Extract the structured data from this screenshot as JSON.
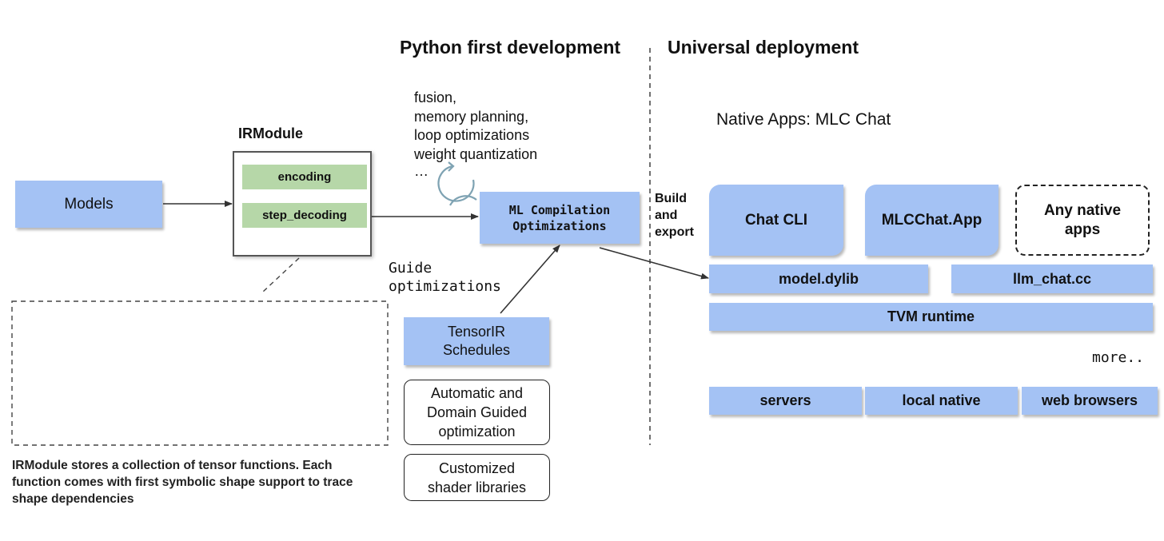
{
  "headings": {
    "python_first": "Python first development",
    "universal": "Universal deployment",
    "irmodule": "IRModule",
    "native_apps": "Native Apps: MLC Chat"
  },
  "models": "Models",
  "irmodule_funcs": [
    "encoding",
    "step_decoding"
  ],
  "optimizations_list": [
    "fusion,",
    "memory planning,",
    "loop optimizations",
    "weight quantization",
    "…"
  ],
  "ml_compilation": [
    "ML Compilation",
    "Optimizations"
  ],
  "guide": [
    "Guide",
    "optimizations"
  ],
  "tensorir": [
    "TensorIR",
    "Schedules"
  ],
  "automatic": [
    "Automatic and",
    "Domain Guided",
    "optimization"
  ],
  "shader": [
    "Customized",
    "shader libraries"
  ],
  "build_export": [
    "Build",
    "and",
    "export"
  ],
  "apps": {
    "chat_cli": "Chat CLI",
    "mlcchat_app": "MLCChat.App",
    "any_native": [
      "Any native",
      "apps"
    ]
  },
  "libs": {
    "model_dylib": "model.dylib",
    "llm_chat": "llm_chat.cc",
    "tvm_runtime": "TVM runtime"
  },
  "more": "more..",
  "targets": [
    "servers",
    "local native",
    "web browsers"
  ],
  "irmodule_caption": [
    "IRModule stores a collection of tensor functions. Each",
    "function comes with first symbolic shape support to trace",
    "shape dependencies"
  ],
  "colors": {
    "block_blue": "#a4c2f4",
    "func_green": "#b6d7a8",
    "loop_icon": "#7fa3b3"
  }
}
